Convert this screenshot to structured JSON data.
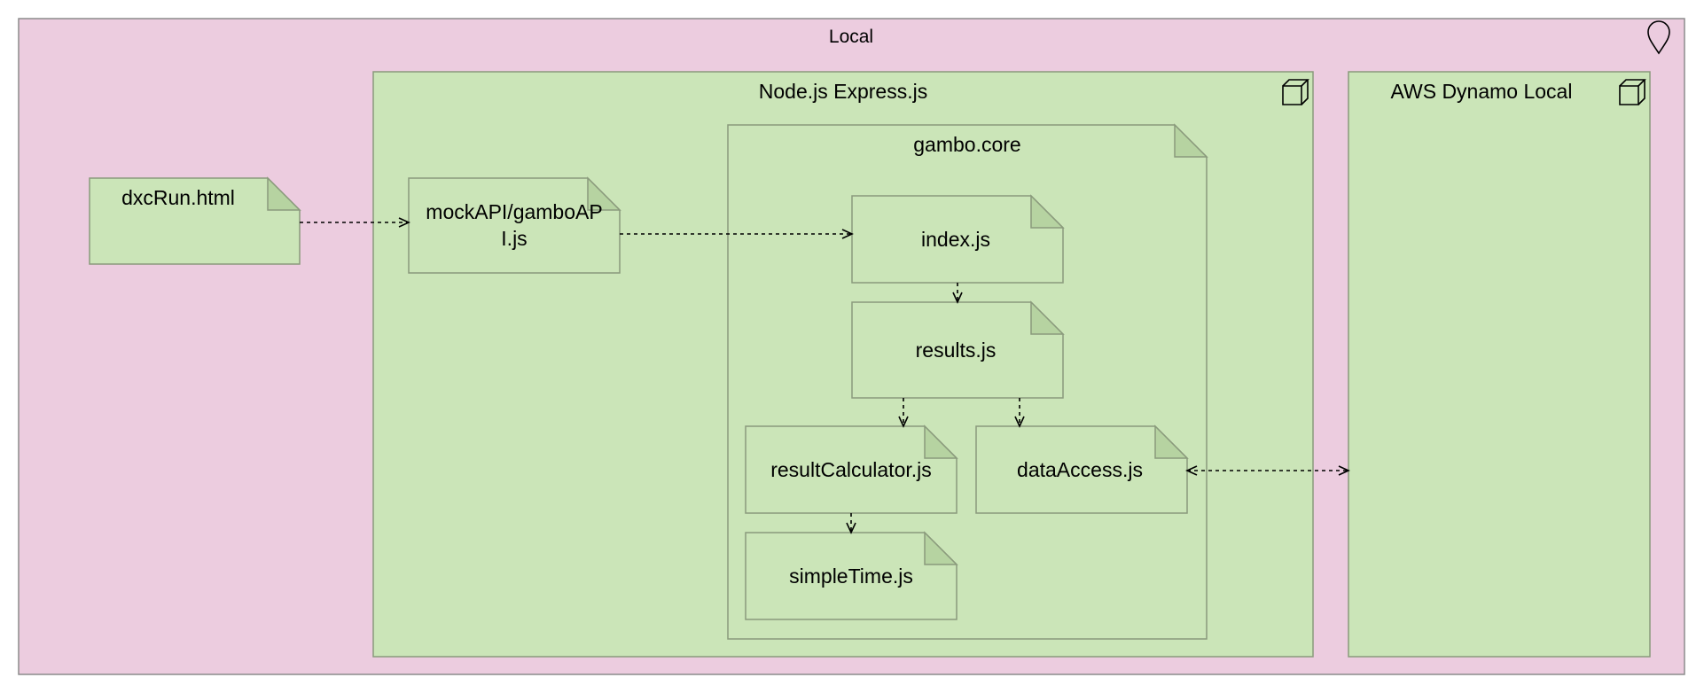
{
  "local": {
    "title": "Local"
  },
  "node": {
    "title": "Node.js Express.js"
  },
  "aws": {
    "title": "AWS Dynamo Local"
  },
  "core": {
    "title": "gambo.core"
  },
  "files": {
    "dxcrun": "dxcRun.html",
    "mockapi_line1": "mockAPI/gamboAP",
    "mockapi_line2": "I.js",
    "index": "index.js",
    "results": "results.js",
    "resultcalc": "resultCalculator.js",
    "dataaccess": "dataAccess.js",
    "simpletime": "simpleTime.js"
  },
  "icons": {
    "location": "location-pin-icon",
    "node": "cube-icon",
    "aws": "cube-icon"
  },
  "colors": {
    "outer_fill": "#ecccdf",
    "outer_stroke": "#8c8c8c",
    "node_fill": "#cbe5b8",
    "node_stroke": "#8a9a7c",
    "fold_fill": "#b6d3a1"
  }
}
